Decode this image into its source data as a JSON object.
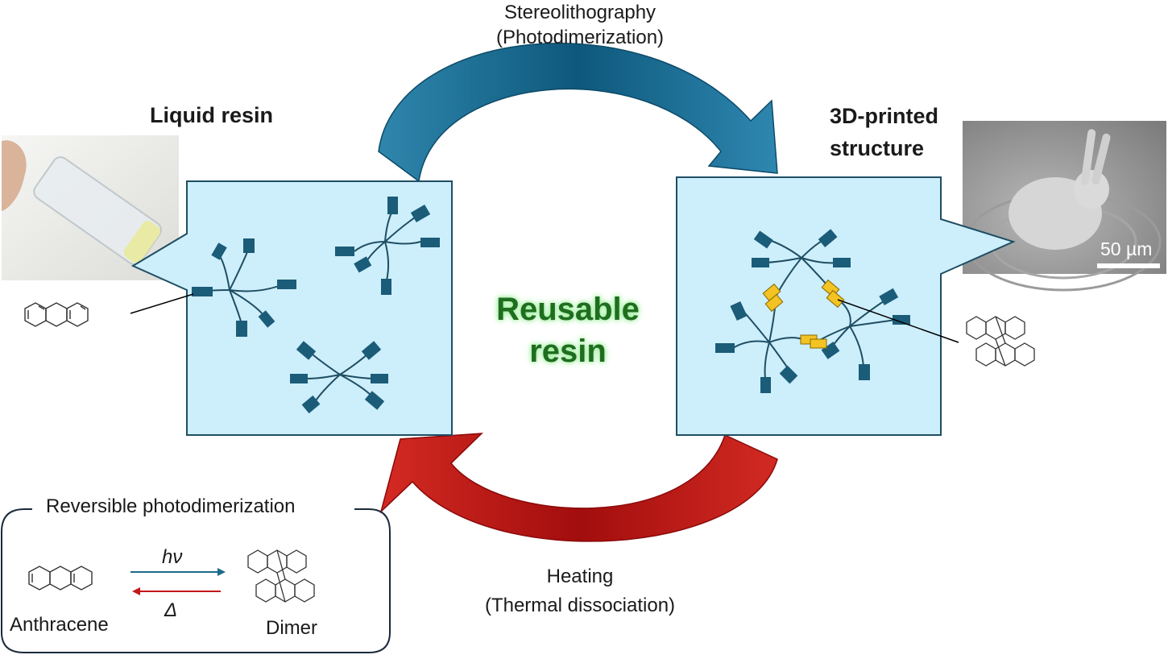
{
  "top_process": {
    "line1": "Stereolithography",
    "line2": "(Photodimerization)"
  },
  "bottom_process": {
    "line1": "Heating",
    "line2": "(Thermal dissociation)"
  },
  "left_panel": {
    "title": "Liquid resin"
  },
  "right_panel": {
    "title_line1": "3D-printed",
    "title_line2": "structure",
    "scale_bar": "50 µm"
  },
  "center": {
    "line1": "Reusable",
    "line2": "resin"
  },
  "legend": {
    "title": "Reversible photodimerization",
    "forward": "hν",
    "reverse": "Δ",
    "reactant": "Anthracene",
    "product": "Dimer"
  },
  "colors": {
    "forward_arrow": "#1e6a8c",
    "reverse_arrow": "#c31818",
    "panel_fill": "#cdeefb",
    "panel_stroke": "#1f4e63",
    "arm_end": "#1b5c78",
    "crosslink": "#f2c322",
    "center_text": "#1f6e1f"
  }
}
